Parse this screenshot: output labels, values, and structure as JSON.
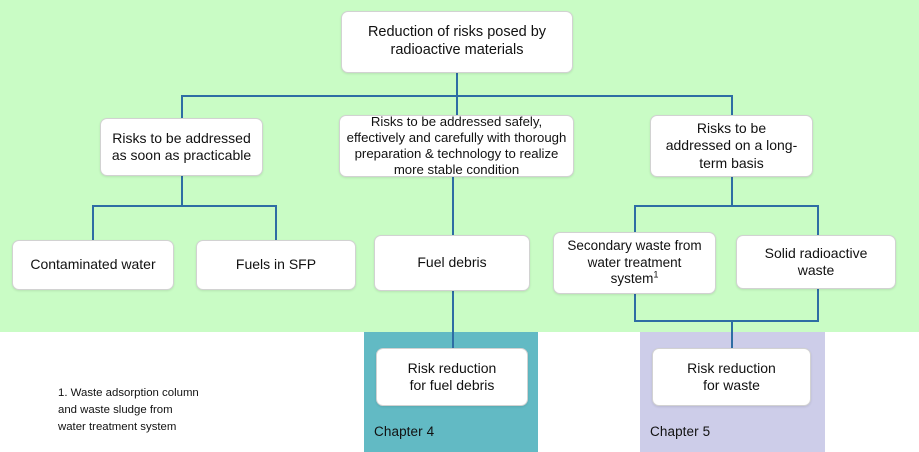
{
  "diagram": {
    "title_node": {
      "name": "root",
      "text": "Reduction of risks posed by\nradioactive materials"
    },
    "level2": [
      {
        "name": "soon",
        "text": "Risks to be addressed\nas soon as practicable"
      },
      {
        "name": "safely",
        "text": "Risks to be addressed  safely,\neffectively  and carefully with thorough\npreparation  & technology to realize\nmore  stable condition"
      },
      {
        "name": "long-term",
        "text": "Risks to be\naddressed on a long-\nterm basis"
      }
    ],
    "level3": [
      {
        "name": "contaminated-water",
        "text": "Contaminated water"
      },
      {
        "name": "fuels-in-sfp",
        "text": "Fuels in SFP"
      },
      {
        "name": "fuel-debris",
        "text": "Fuel debris"
      },
      {
        "name": "secondary-waste",
        "text": "Secondary waste from\nwater treatment\nsystem",
        "superscript": "1"
      },
      {
        "name": "solid-radioactive",
        "text": "Solid radioactive\nwaste"
      }
    ],
    "outcomes": [
      {
        "name": "risk-reduction-fuel-debris",
        "text": "Risk reduction\nfor fuel debris",
        "chapter_label": "Chapter 4",
        "panel_color": "#62BAC4"
      },
      {
        "name": "risk-reduction-waste",
        "text": "Risk reduction\nfor waste",
        "chapter_label": "Chapter 5",
        "panel_color": "#CDCDE9"
      }
    ],
    "footnote": "1. Waste adsorption column\n  and  waste sludge from\n  water treatment system",
    "colors": {
      "background_green": "#C9FCC5",
      "connector": "#2E6DA4",
      "node_fill": "#FFFFFF",
      "node_border": "#D2D2D2",
      "chapter4_panel": "#62BAC4",
      "chapter5_panel": "#CDCDE9"
    }
  }
}
